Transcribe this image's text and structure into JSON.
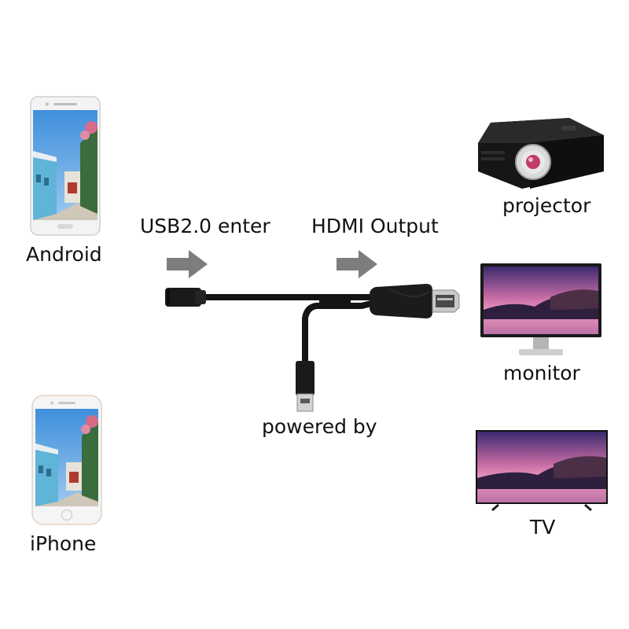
{
  "labels": {
    "android": "Android",
    "iphone": "iPhone",
    "usb_input": "USB2.0 enter",
    "hdmi_output": "HDMI Output",
    "power": "powered by",
    "projector": "projector",
    "monitor": "monitor",
    "tv": "TV"
  },
  "icons": {
    "android_phone": "android-phone-icon",
    "iphone": "iphone-icon",
    "projector": "projector-icon",
    "monitor": "monitor-icon",
    "tv": "tv-icon",
    "adapter_cable": "hdmi-adapter-cable-icon",
    "arrows": "arrow-right-icon"
  },
  "colors": {
    "cable": "#141414",
    "arrow": "#7d7d7d",
    "phone_body": "#f2f2f2",
    "device_dark": "#1a1a1a"
  }
}
